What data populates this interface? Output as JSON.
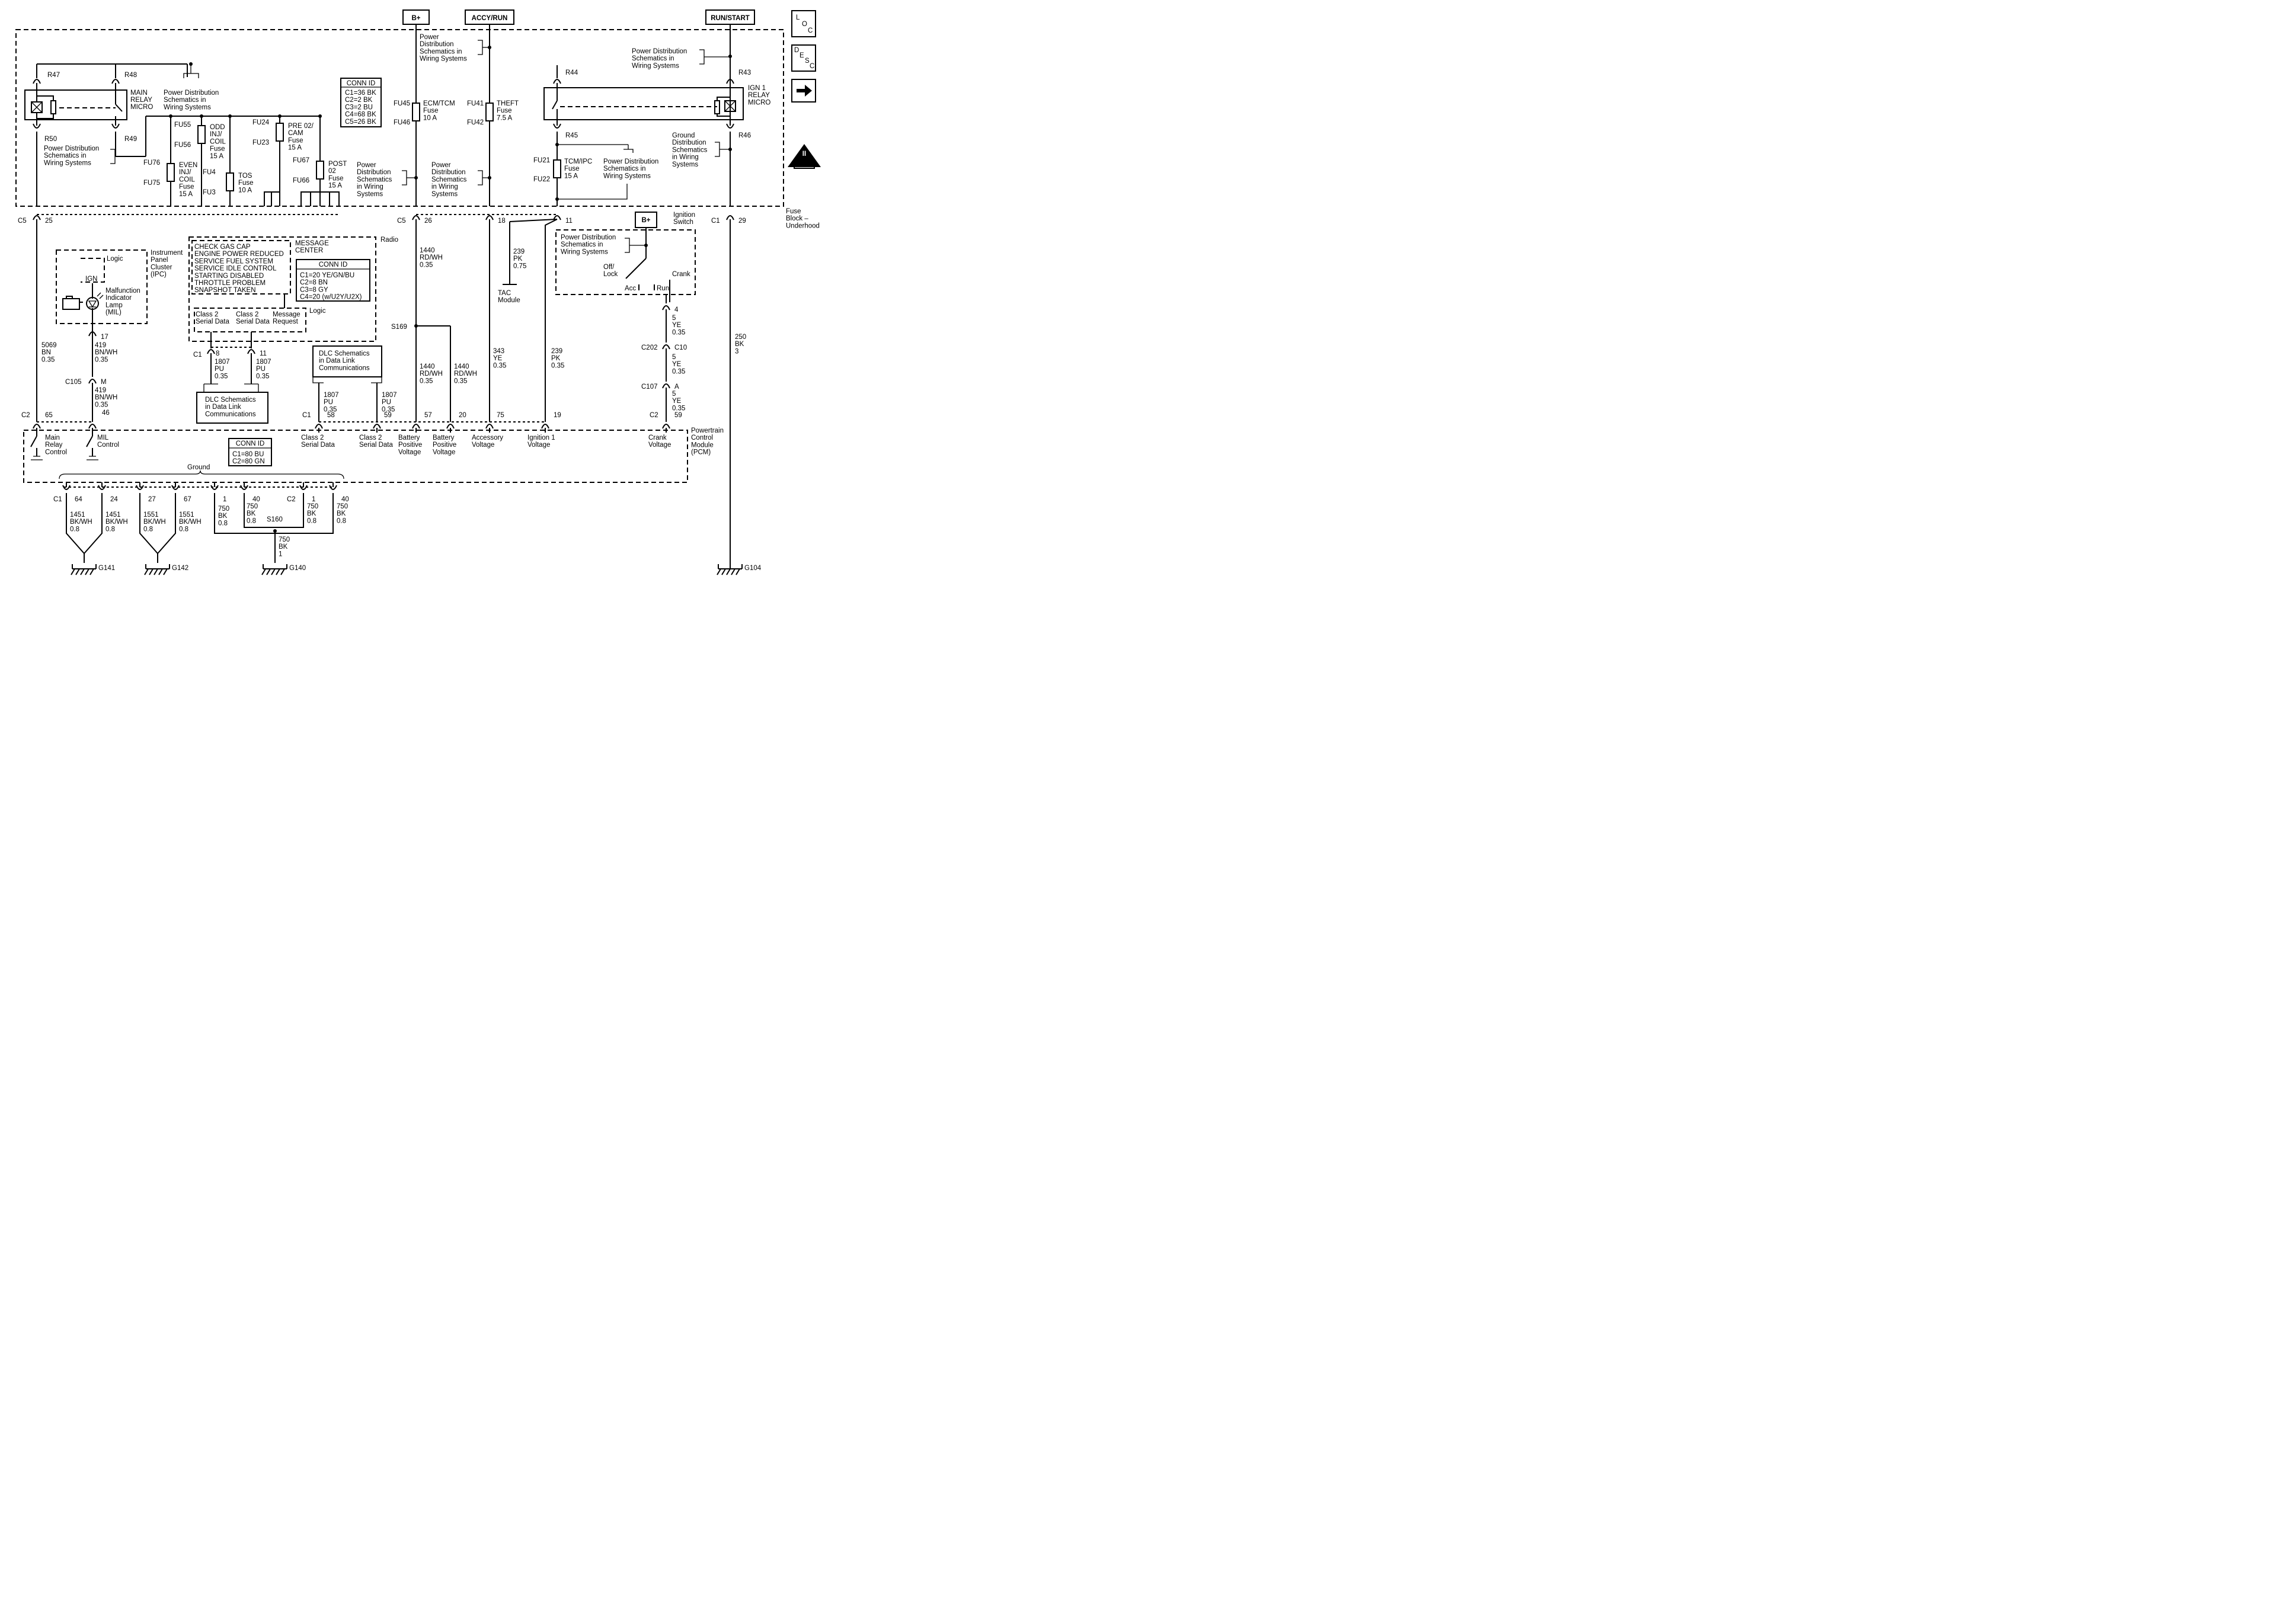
{
  "power_sources": [
    "B+",
    "ACCY/RUN",
    "RUN/START",
    "B+"
  ],
  "nav_icons": {
    "loc": [
      "L",
      "O",
      "C"
    ],
    "desc": [
      "D",
      "E",
      "S",
      "C"
    ],
    "next_icon": "right-arrow-icon",
    "obd_label": "OBD II",
    "obd_numeral": "II"
  },
  "relays": {
    "main": {
      "name": [
        "MAIN",
        "RELAY",
        "MICRO"
      ],
      "terminals": [
        "R47",
        "R48",
        "R50",
        "R49"
      ]
    },
    "ign1": {
      "name": [
        "IGN 1",
        "RELAY",
        "MICRO"
      ],
      "terminals": [
        "R44",
        "R43",
        "R45",
        "R46"
      ]
    }
  },
  "fuses": [
    {
      "ids": [
        "FU76",
        "FU75"
      ],
      "label": [
        "EVEN",
        "INJ/",
        "COIL",
        "Fuse",
        "15 A"
      ]
    },
    {
      "ids": [
        "FU55",
        "FU56"
      ],
      "label": [
        "ODD",
        "INJ/",
        "COIL",
        "Fuse",
        "15 A"
      ]
    },
    {
      "ids": [
        "FU4",
        "FU3"
      ],
      "label": [
        "TOS",
        "Fuse",
        "10 A"
      ]
    },
    {
      "ids": [
        "FU24",
        "FU23"
      ],
      "label": [
        "PRE 02/",
        "CAM",
        "Fuse",
        "15 A"
      ]
    },
    {
      "ids": [
        "FU67",
        "FU66"
      ],
      "label": [
        "POST",
        "02",
        "Fuse",
        "15 A"
      ]
    },
    {
      "ids": [
        "FU45",
        "FU46"
      ],
      "label": [
        "ECM/TCM",
        "Fuse",
        "10 A"
      ]
    },
    {
      "ids": [
        "FU41",
        "FU42"
      ],
      "label": [
        "THEFT",
        "Fuse",
        "7.5 A"
      ]
    },
    {
      "ids": [
        "FU21",
        "FU22"
      ],
      "label": [
        "TCM/IPC",
        "Fuse",
        "15 A"
      ]
    }
  ],
  "conn_ids": {
    "fuse_block": {
      "title": "CONN ID",
      "rows": [
        "C1=36 BK",
        "C2=2 BK",
        "C3=2 BU",
        "C4=68 BK",
        "C5=26 BK"
      ]
    },
    "radio": {
      "title": "CONN ID",
      "rows": [
        "C1=20 YE/GN/BU",
        "C2=8 BN",
        "C3=8 GY",
        "C4=20 (w/U2Y/U2X)"
      ]
    },
    "pcm": {
      "title": "CONN ID",
      "rows": [
        "C1=80 BU",
        "C2=80 GN"
      ]
    }
  },
  "refs": {
    "pds": [
      "Power",
      "Distribution",
      "Schematics in",
      "Wiring Systems"
    ],
    "pds_b": [
      "Power Distribution",
      "Schematics in",
      "Wiring Systems"
    ],
    "pds_c": [
      "Power",
      "Distribution",
      "Schematics",
      "in Wiring",
      "Systems"
    ],
    "gds": [
      "Ground",
      "Distribution",
      "Schematics",
      "in Wiring",
      "Systems"
    ],
    "dlc": [
      "DLC Schematics",
      "in Data Link",
      "Communications"
    ]
  },
  "components": {
    "fuse_block": [
      "Fuse",
      "Block –",
      "Underhood"
    ],
    "ipc": [
      "Instrument",
      "Panel",
      "Cluster",
      "(IPC)"
    ],
    "logic": "Logic",
    "ign": "IGN",
    "mil": [
      "Malfunction",
      "Indicator",
      "Lamp",
      "(MIL)"
    ],
    "radio": "Radio",
    "message_center": [
      "MESSAGE",
      "CENTER"
    ],
    "messages": [
      "CHECK GAS CAP",
      "ENGINE POWER REDUCED",
      "SERVICE FUEL SYSTEM",
      "SERVICE IDLE CONTROL",
      "STARTING DISABLED",
      "THROTTLE PROBLEM",
      "SNAPSHOT TAKEN"
    ],
    "radio_ports": [
      [
        "Class 2",
        "Serial Data"
      ],
      [
        "Class 2",
        "Serial Data"
      ],
      [
        "Message",
        "Request"
      ]
    ],
    "tac": [
      "TAC",
      "Module"
    ],
    "ignition_switch": [
      "Ignition",
      "Switch"
    ],
    "switch_positions": {
      "off": [
        "Off/",
        "Lock"
      ],
      "acc": "Acc",
      "run": "Run",
      "crank": "Crank"
    },
    "pcm": [
      "Powertrain",
      "Control",
      "Module",
      "(PCM)"
    ],
    "ground": "Ground",
    "pcm_inputs": [
      [
        "Main",
        "Relay",
        "Control"
      ],
      [
        "MIL",
        "Control"
      ],
      [
        "Class 2",
        "Serial Data"
      ],
      [
        "Class 2",
        "Serial Data"
      ],
      [
        "Battery",
        "Positive",
        "Voltage"
      ],
      [
        "Battery",
        "Positive",
        "Voltage"
      ],
      [
        "Accessory",
        "Voltage"
      ],
      [
        "Ignition 1",
        "Voltage"
      ],
      [
        "Crank",
        "Voltage"
      ]
    ]
  },
  "connectors": [
    "C5",
    "25",
    "C5",
    "26",
    "18",
    "11",
    "C1",
    "29",
    "C1",
    "8",
    "11",
    "17",
    "C105",
    "M",
    "C2",
    "65",
    "46",
    "C1",
    "58",
    "59",
    "57",
    "20",
    "75",
    "19",
    "4",
    "C202",
    "C10",
    "C107",
    "A",
    "C2",
    "59",
    "C1",
    "64",
    "24",
    "27",
    "67",
    "1",
    "40",
    "C2",
    "1",
    "40"
  ],
  "splices": [
    "S169",
    "S160"
  ],
  "wires": [
    [
      "5069",
      "BN",
      "0.35"
    ],
    [
      "419",
      "BN/WH",
      "0.35"
    ],
    [
      "419",
      "BN/WH",
      "0.35"
    ],
    [
      "1807",
      "PU",
      "0.35"
    ],
    [
      "1807",
      "PU",
      "0.35"
    ],
    [
      "1807",
      "PU",
      "0.35"
    ],
    [
      "1807",
      "PU",
      "0.35"
    ],
    [
      "1440",
      "RD/WH",
      "0.35"
    ],
    [
      "1440",
      "RD/WH",
      "0.35"
    ],
    [
      "1440",
      "RD/WH",
      "0.35"
    ],
    [
      "239",
      "PK",
      "0.75"
    ],
    [
      "343",
      "YE",
      "0.35"
    ],
    [
      "239",
      "PK",
      "0.35"
    ],
    [
      "5",
      "YE",
      "0.35"
    ],
    [
      "5",
      "YE",
      "0.35"
    ],
    [
      "5",
      "YE",
      "0.35"
    ],
    [
      "250",
      "BK",
      "3"
    ],
    [
      "1451",
      "BK/WH",
      "0.8"
    ],
    [
      "1451",
      "BK/WH",
      "0.8"
    ],
    [
      "1551",
      "BK/WH",
      "0.8"
    ],
    [
      "1551",
      "BK/WH",
      "0.8"
    ],
    [
      "750",
      "BK",
      "0.8"
    ],
    [
      "750",
      "BK",
      "0.8"
    ],
    [
      "750",
      "BK",
      "0.8"
    ],
    [
      "750",
      "BK",
      "0.8"
    ],
    [
      "750",
      "BK",
      "1"
    ]
  ],
  "grounds": [
    "G141",
    "G142",
    "G140",
    "G104"
  ]
}
